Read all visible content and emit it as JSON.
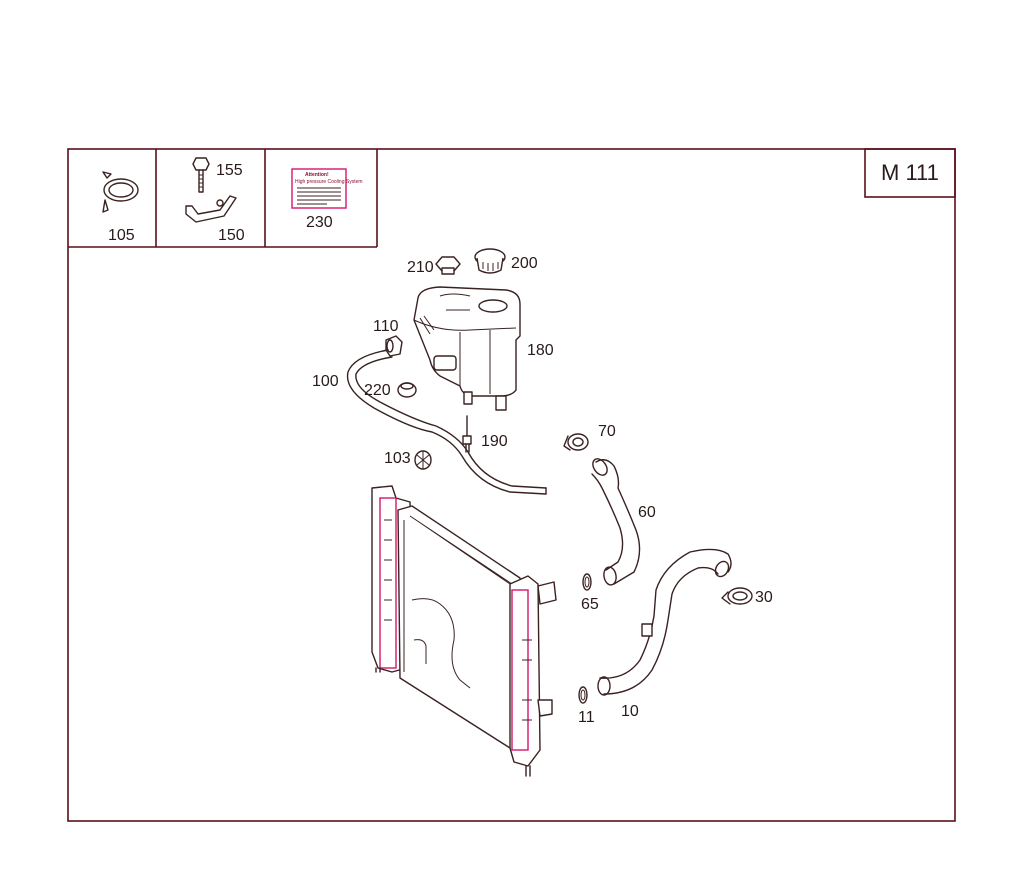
{
  "model_code": "M 111",
  "callouts": {
    "p105": "105",
    "p155": "155",
    "p150": "150",
    "p230": "230",
    "p210": "210",
    "p200": "200",
    "p110": "110",
    "p180": "180",
    "p100": "100",
    "p220": "220",
    "p190": "190",
    "p103": "103",
    "p70": "70",
    "p60": "60",
    "p65": "65",
    "p30": "30",
    "p11": "11",
    "p10": "10"
  },
  "sticker": {
    "title": "Attention!",
    "subtitle": "High pressure Cooling System"
  },
  "colors": {
    "frame": "#5a0f18",
    "highlight": "#d4166a",
    "ink": "#3a2222"
  }
}
